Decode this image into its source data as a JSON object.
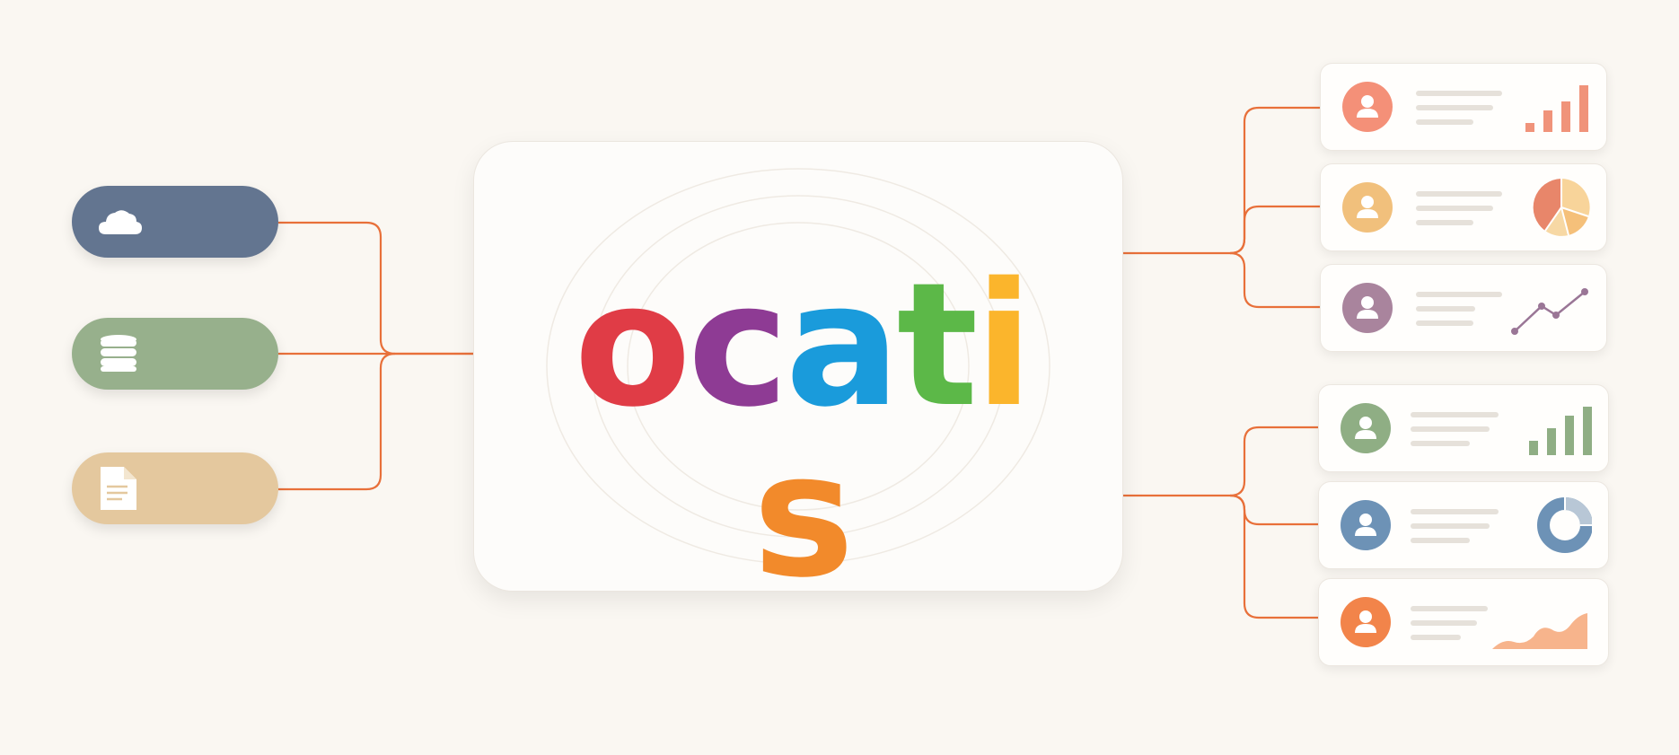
{
  "colors": {
    "background": "#faf7f2",
    "connector": "#e8703a"
  },
  "logo": {
    "letters": [
      {
        "char": "o",
        "color": "#e03c46"
      },
      {
        "char": "c",
        "color": "#8e3b94"
      },
      {
        "char": "a",
        "color": "#1a9bdb"
      },
      {
        "char": "t",
        "color": "#5cb848"
      },
      {
        "char": "i",
        "color": "#fbb52c"
      },
      {
        "char": "s",
        "color": "#f28a2b"
      }
    ]
  },
  "sources": [
    {
      "name": "cloud-source",
      "icon": "cloud-icon",
      "color": "#637590"
    },
    {
      "name": "database-source",
      "icon": "database-icon",
      "color": "#97b08c"
    },
    {
      "name": "document-source",
      "icon": "document-icon",
      "color": "#e4c89e"
    }
  ],
  "outputs": [
    {
      "icon": "user-icon",
      "avatar_color": "#f49078",
      "chart": "bar-chart-icon",
      "chart_color": "#f0937a"
    },
    {
      "icon": "user-icon",
      "avatar_color": "#f1c07c",
      "chart": "pie-chart-icon",
      "chart_color": "#e8866a"
    },
    {
      "icon": "user-icon",
      "avatar_color": "#a9849d",
      "chart": "line-chart-icon",
      "chart_color": "#9a7696"
    },
    {
      "icon": "user-icon",
      "avatar_color": "#8fae84",
      "chart": "bar-chart-icon",
      "chart_color": "#8fae84"
    },
    {
      "icon": "user-icon",
      "avatar_color": "#6d92b6",
      "chart": "donut-chart-icon",
      "chart_color": "#6d92b6"
    },
    {
      "icon": "user-icon",
      "avatar_color": "#f2844a",
      "chart": "area-chart-icon",
      "chart_color": "#f7b48c"
    }
  ]
}
